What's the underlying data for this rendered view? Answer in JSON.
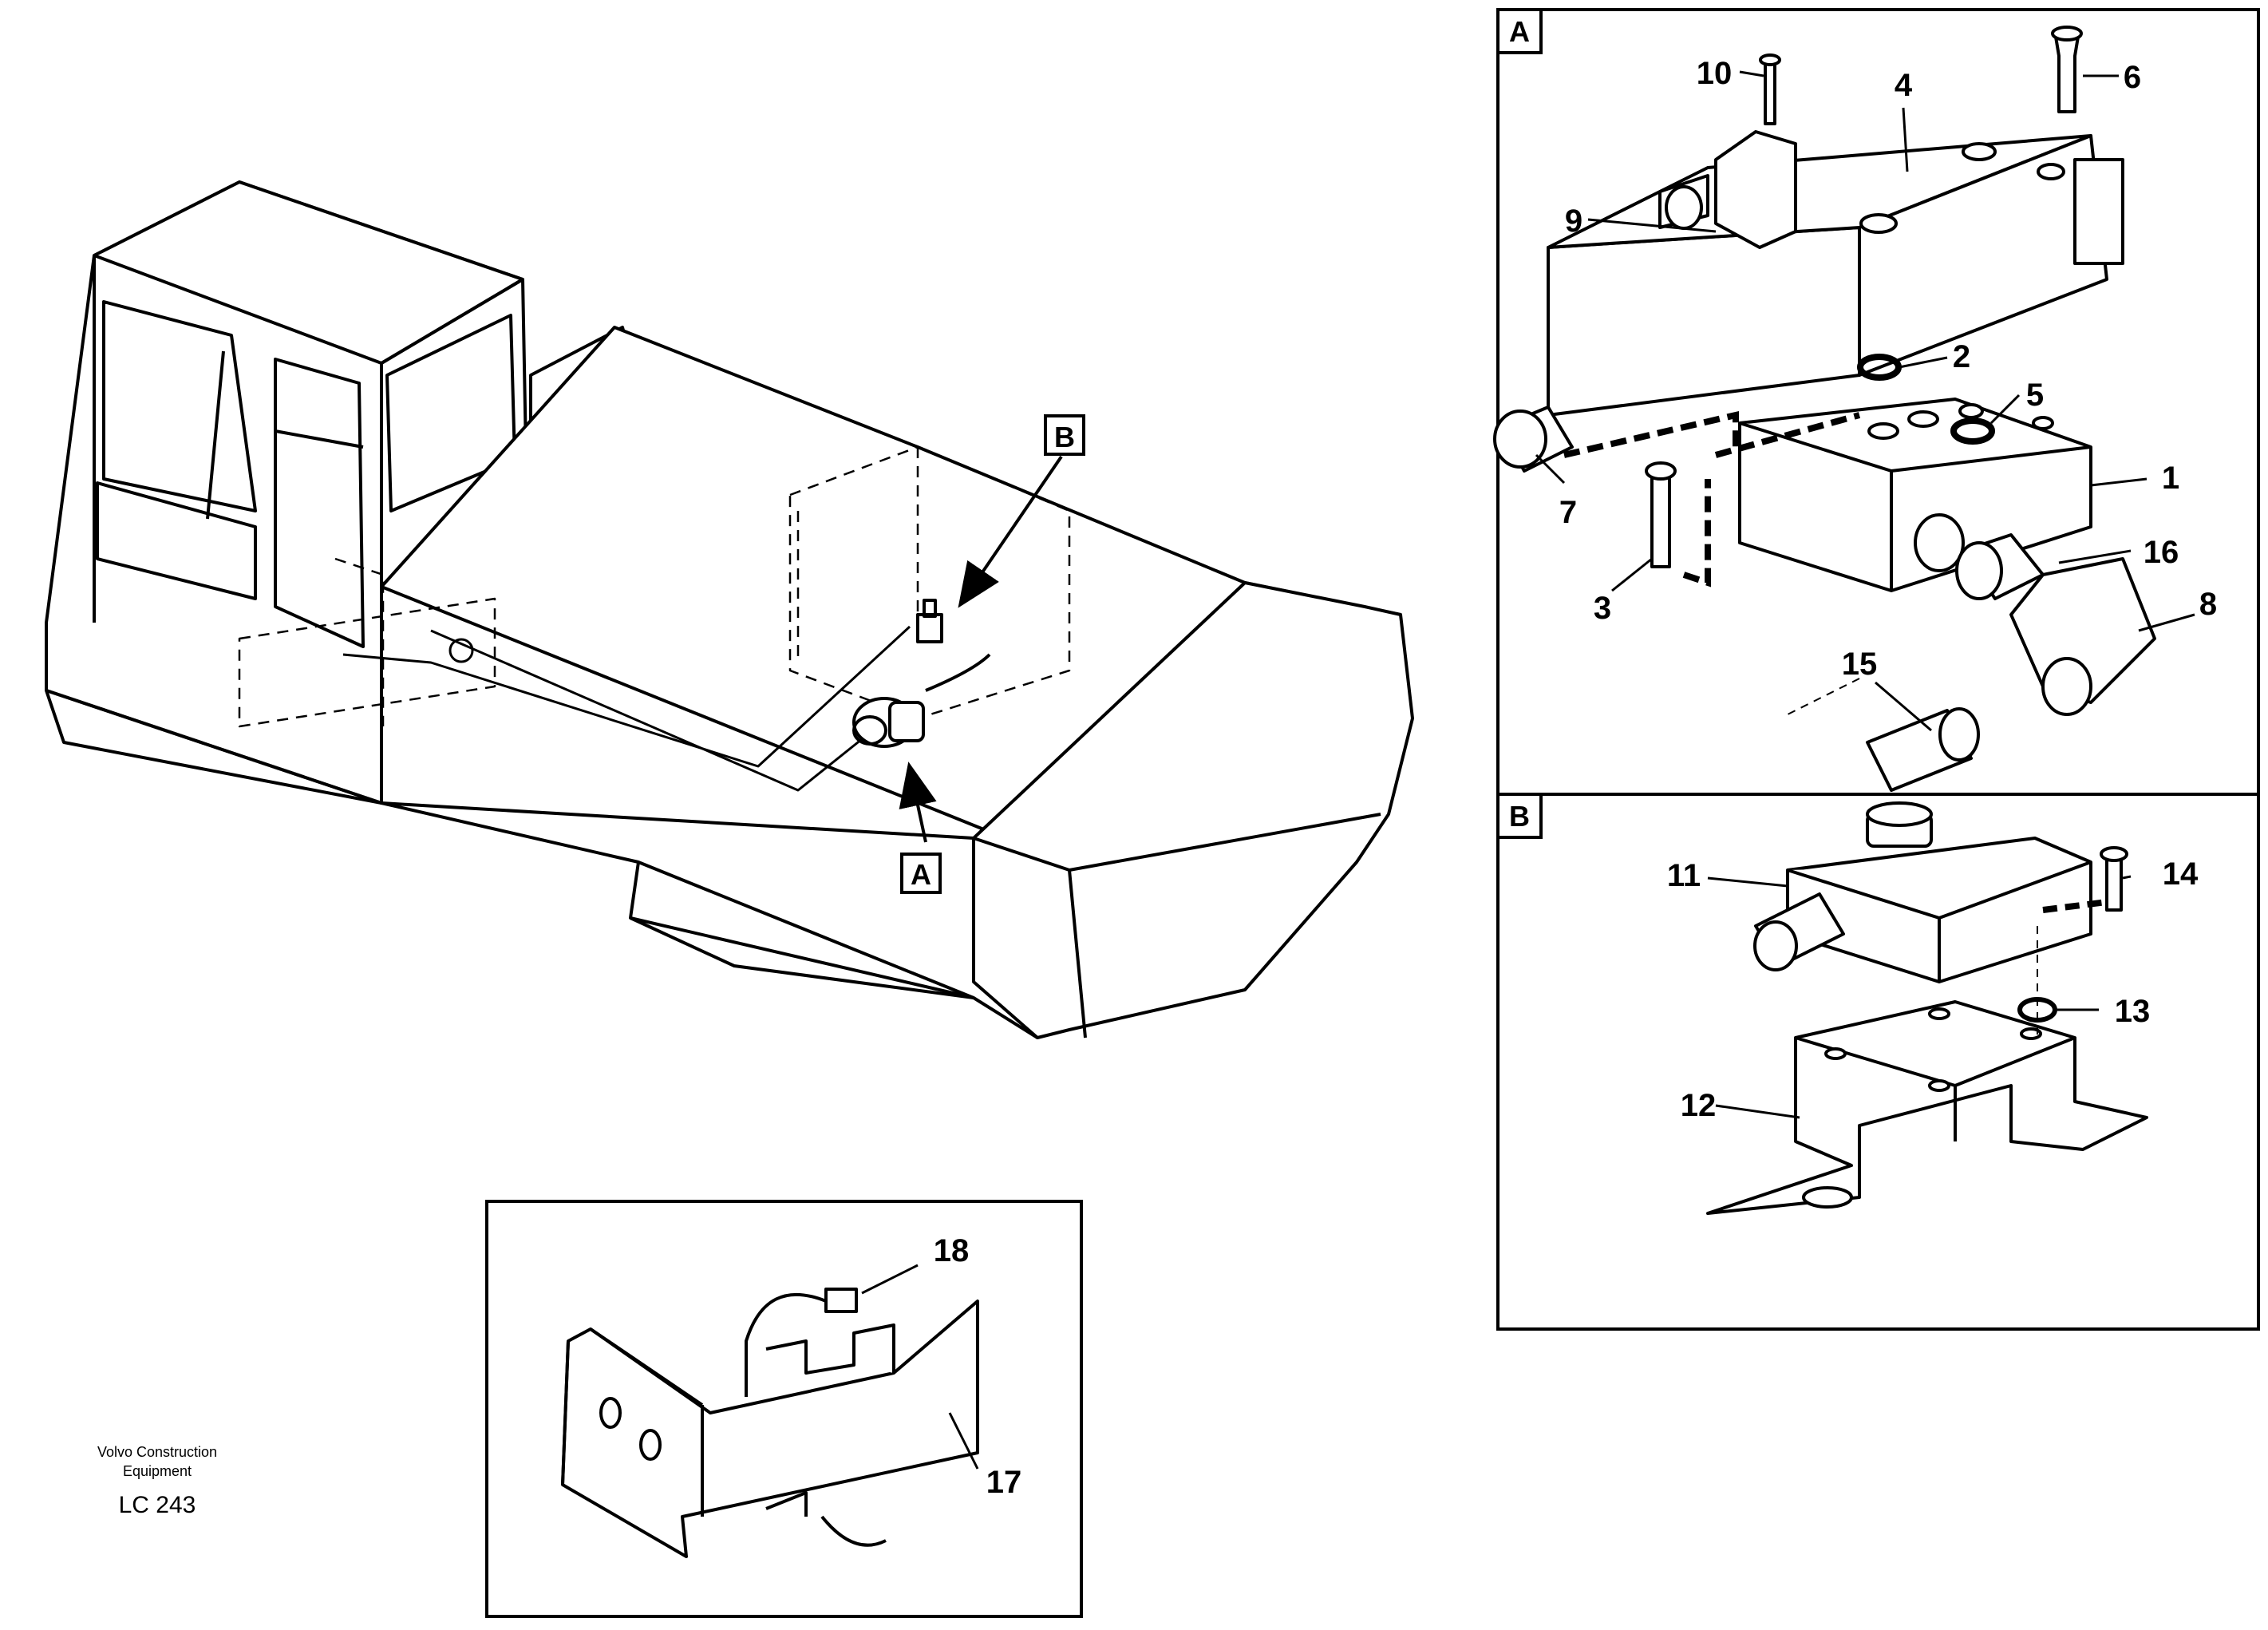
{
  "main_view": {
    "detail_tags": [
      "B",
      "A"
    ]
  },
  "detail_a": {
    "tag": "A",
    "callouts": [
      "10",
      "6",
      "4",
      "9",
      "2",
      "5",
      "1",
      "7",
      "16",
      "3",
      "8",
      "15"
    ]
  },
  "detail_b": {
    "tag": "B",
    "callouts": [
      "11",
      "14",
      "13",
      "12"
    ]
  },
  "detail_c": {
    "callouts": [
      "18",
      "17"
    ]
  },
  "footer": {
    "company_line1": "Volvo Construction",
    "company_line2": "Equipment",
    "code": "LC 243"
  }
}
